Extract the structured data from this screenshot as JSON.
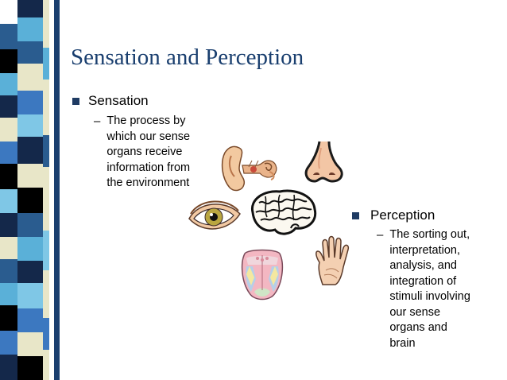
{
  "slide": {
    "title": "Sensation and Perception",
    "bullets": [
      {
        "label": "Sensation",
        "sub_lines": [
          "The process by",
          "which our sense",
          "organs receive",
          "information from",
          "the environment"
        ]
      },
      {
        "label": "Perception",
        "sub_lines": [
          "The sorting out,",
          "interpretation,",
          "analysis, and",
          "integration of",
          "stimuli involving",
          "our sense",
          "organs and",
          "brain"
        ]
      }
    ],
    "sub_dash": "–"
  },
  "illustrations": [
    "ear-icon",
    "nose-icon",
    "eye-icon",
    "brain-icon",
    "hand-icon",
    "tongue-icon"
  ],
  "colors": {
    "title": "#1a3f6f",
    "bullet": "#1f3b63",
    "stripes": [
      "#ffffff",
      "#2a5c8f",
      "#5ab0d8",
      "#14284a",
      "#e8e6c8",
      "#3c78c0",
      "#7fc7e6",
      "#000000"
    ]
  }
}
